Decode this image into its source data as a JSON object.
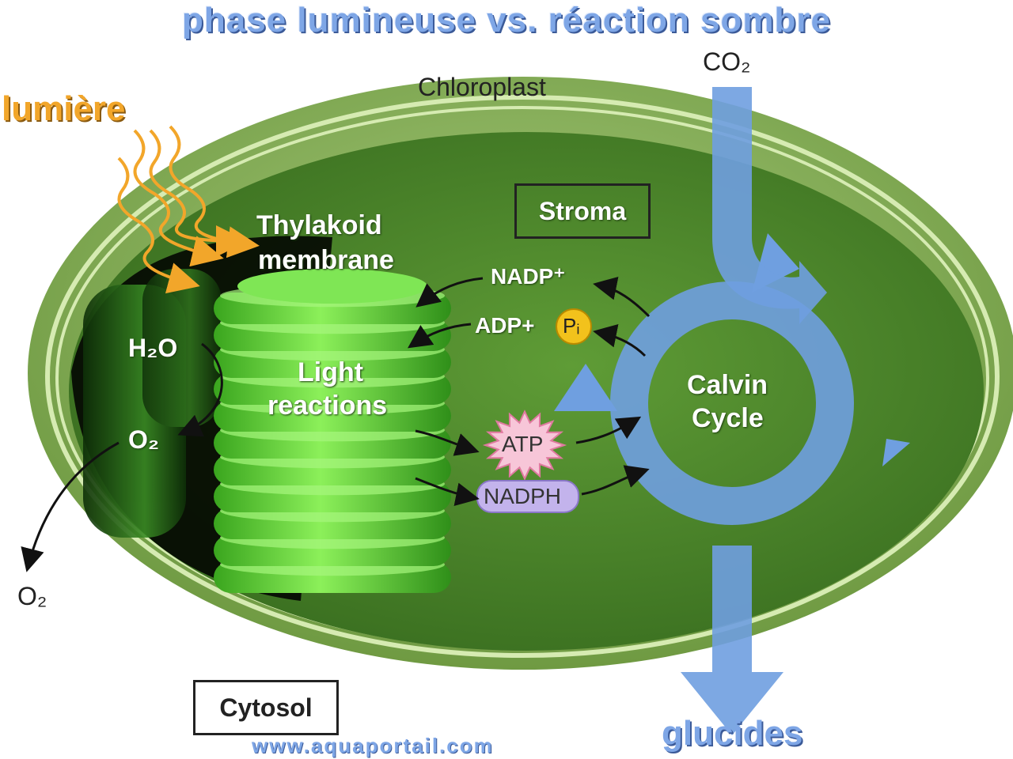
{
  "title": "phase lumineuse vs. réaction sombre",
  "light_label": "lumière",
  "labels": {
    "co2": "CO₂",
    "chloroplast": "Chloroplast",
    "stroma": "Stroma",
    "thylakoid": "Thylakoid",
    "membrane": "membrane",
    "light_reactions_1": "Light",
    "light_reactions_2": "reactions",
    "h2o": "H₂O",
    "o2_inner": "O₂",
    "o2_outer": "O₂",
    "nadp": "NADP⁺",
    "adp": "ADP+",
    "pi": "Pᵢ",
    "atp": "ATP",
    "nadph": "NADPH",
    "calvin_1": "Calvin",
    "calvin_2": "Cycle",
    "cytosol": "Cytosol"
  },
  "output_label": "glucides",
  "watermark": "www.aquaportail.com",
  "colors": {
    "outer_green": "#7fa84e",
    "stroma_green": "#4d8a2c",
    "thylakoid_green": "#5fd33a",
    "calvin_blue": "#6f9fe0",
    "light_orange": "#f2a62a",
    "atp_pink": "#f7c6d8",
    "nadph_purple": "#c3b3ec",
    "pi_yellow": "#f2c21c"
  }
}
